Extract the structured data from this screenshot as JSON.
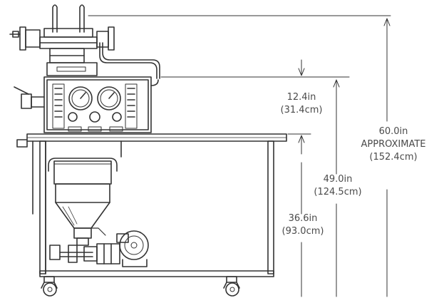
{
  "dimensions": {
    "upper_section": {
      "imperial": "12.4in",
      "metric": "(31.4cm)"
    },
    "table_height": {
      "imperial": "49.0in",
      "metric": "(124.5cm)"
    },
    "cart_height": {
      "imperial": "36.6in",
      "metric": "(93.0cm)"
    },
    "overall_height": {
      "imperial": "60.0in",
      "qualifier": "APPROXIMATE",
      "metric": "(152.4cm)"
    }
  },
  "colors": {
    "line": "#333333",
    "text": "#4a4a4a",
    "fill": "#ffffff"
  }
}
